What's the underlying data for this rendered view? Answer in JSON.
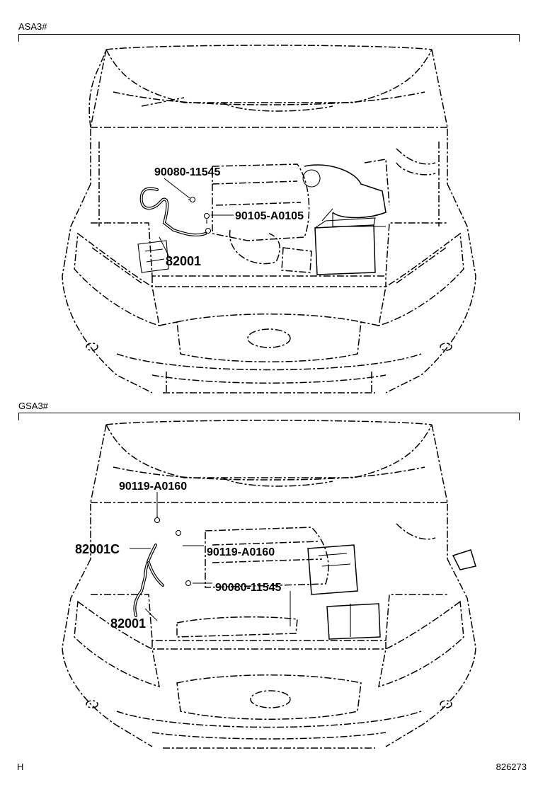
{
  "sections": [
    {
      "label": "ASA3#",
      "callouts": {
        "ground_bolt": "90080-11545",
        "bolt_flange": "90105-A0105",
        "wire": "82001"
      }
    },
    {
      "label": "GSA3#",
      "callouts": {
        "bolt_top": "90119-A0160",
        "wire_c": "82001C",
        "bolt_mid": "90119-A0160",
        "ground_bolt": "90080-11545",
        "wire": "82001"
      }
    }
  ],
  "footer": {
    "left": "H",
    "right": "826273"
  }
}
